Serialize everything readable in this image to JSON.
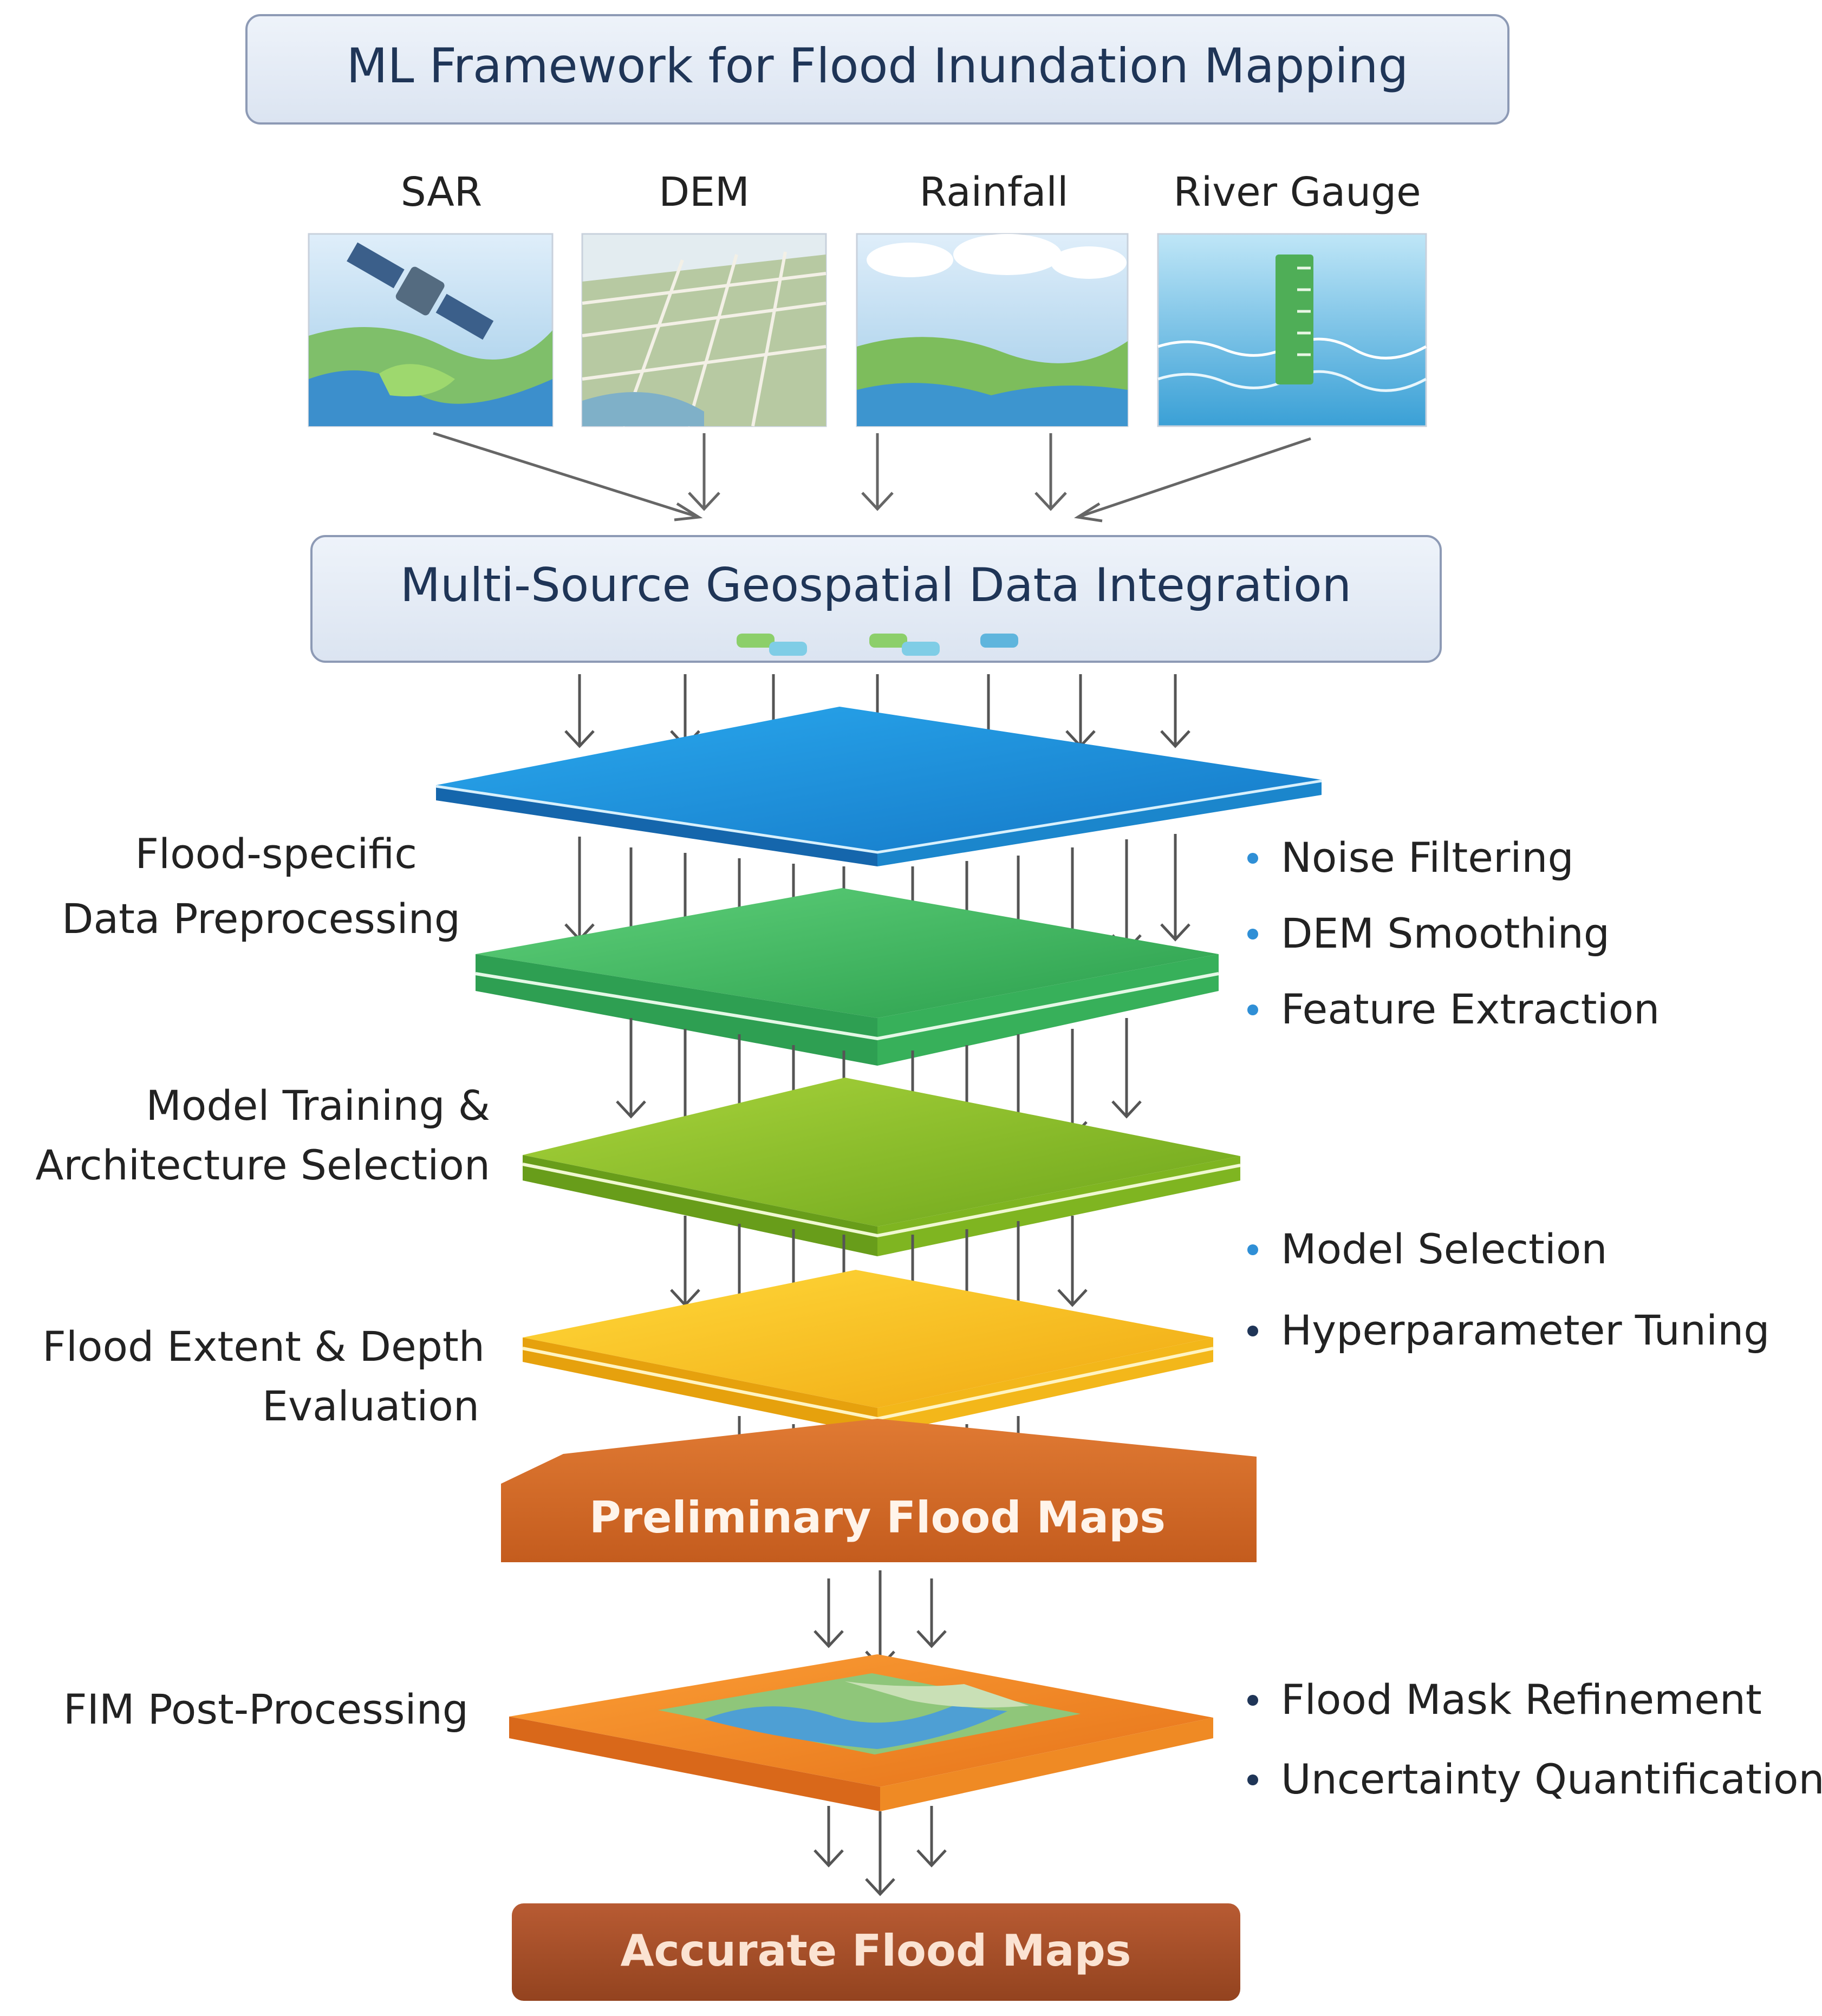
{
  "title": "ML Framework for Flood Inundation Mapping",
  "sources": [
    {
      "label": "SAR",
      "icon": "satellite-icon"
    },
    {
      "label": "DEM",
      "icon": "terrain-grid-icon"
    },
    {
      "label": "Rainfall",
      "icon": "rain-cloud-icon"
    },
    {
      "label": "River Gauge",
      "icon": "water-gauge-icon"
    }
  ],
  "integration": {
    "label": "Multi-Source Geospatial Data Integration"
  },
  "stages": [
    {
      "label_line1": "Flood-specific",
      "label_line2": "Data Preprocessing"
    },
    {
      "label_line1": "Model Training &",
      "label_line2": "Architecture Selection"
    },
    {
      "label_line1": "Flood Extent & Depth",
      "label_line2": "Evaluation"
    },
    {
      "label_line1": "FIM Post-Processing",
      "label_line2": ""
    }
  ],
  "bullets": {
    "preprocessing": [
      "Noise Filtering",
      "DEM Smoothing",
      "Feature Extraction"
    ],
    "training": [
      "Model Selection",
      "Hyperparameter Tuning"
    ],
    "postprocessing": [
      "Flood Mask Refinement",
      "Uncertainty Quantification"
    ]
  },
  "outputs": {
    "preliminary": "Preliminary Flood Maps",
    "accurate": "Accurate Flood Maps"
  },
  "colors": {
    "box_fill": "#e6edf7",
    "box_border": "#8d9ab5",
    "title_text": "#1f3557",
    "layer_blue": "#1f9ee2",
    "layer_green": "#3fbe62",
    "layer_lime": "#8fc22a",
    "layer_yellow": "#f5c518",
    "layer_orange": "#f2891c",
    "banner_orange": "#d36a25",
    "banner_brown": "#a34e2a",
    "arrow": "#555555",
    "bullet_blue": "#2f8fd6",
    "bullet_navy": "#1f3557"
  }
}
